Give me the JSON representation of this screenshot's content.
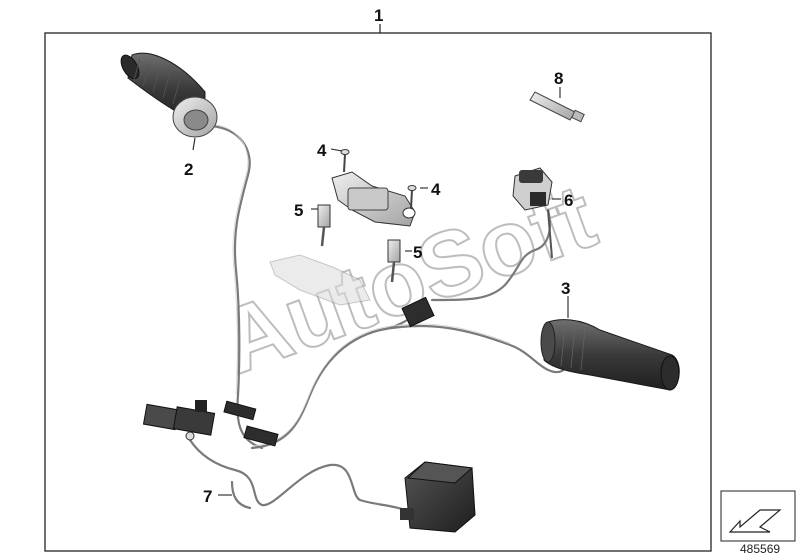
{
  "diagram": {
    "labels": {
      "p1": "1",
      "p2": "2",
      "p3": "3",
      "p4a": "4",
      "p4b": "4",
      "p5a": "5",
      "p5b": "5",
      "p6": "6",
      "p7": "7",
      "p8": "8"
    },
    "watermark": "AutoSoft",
    "reference_number": "485569"
  },
  "colors": {
    "frame": "#222222",
    "grip_dark": "#3a3a3a",
    "grip_mid": "#6b6b6b",
    "metal_light": "#d7d7d7",
    "metal_mid": "#a8a8a8",
    "cable": "#7a7a7a",
    "watermark": "#bdbdbd"
  }
}
